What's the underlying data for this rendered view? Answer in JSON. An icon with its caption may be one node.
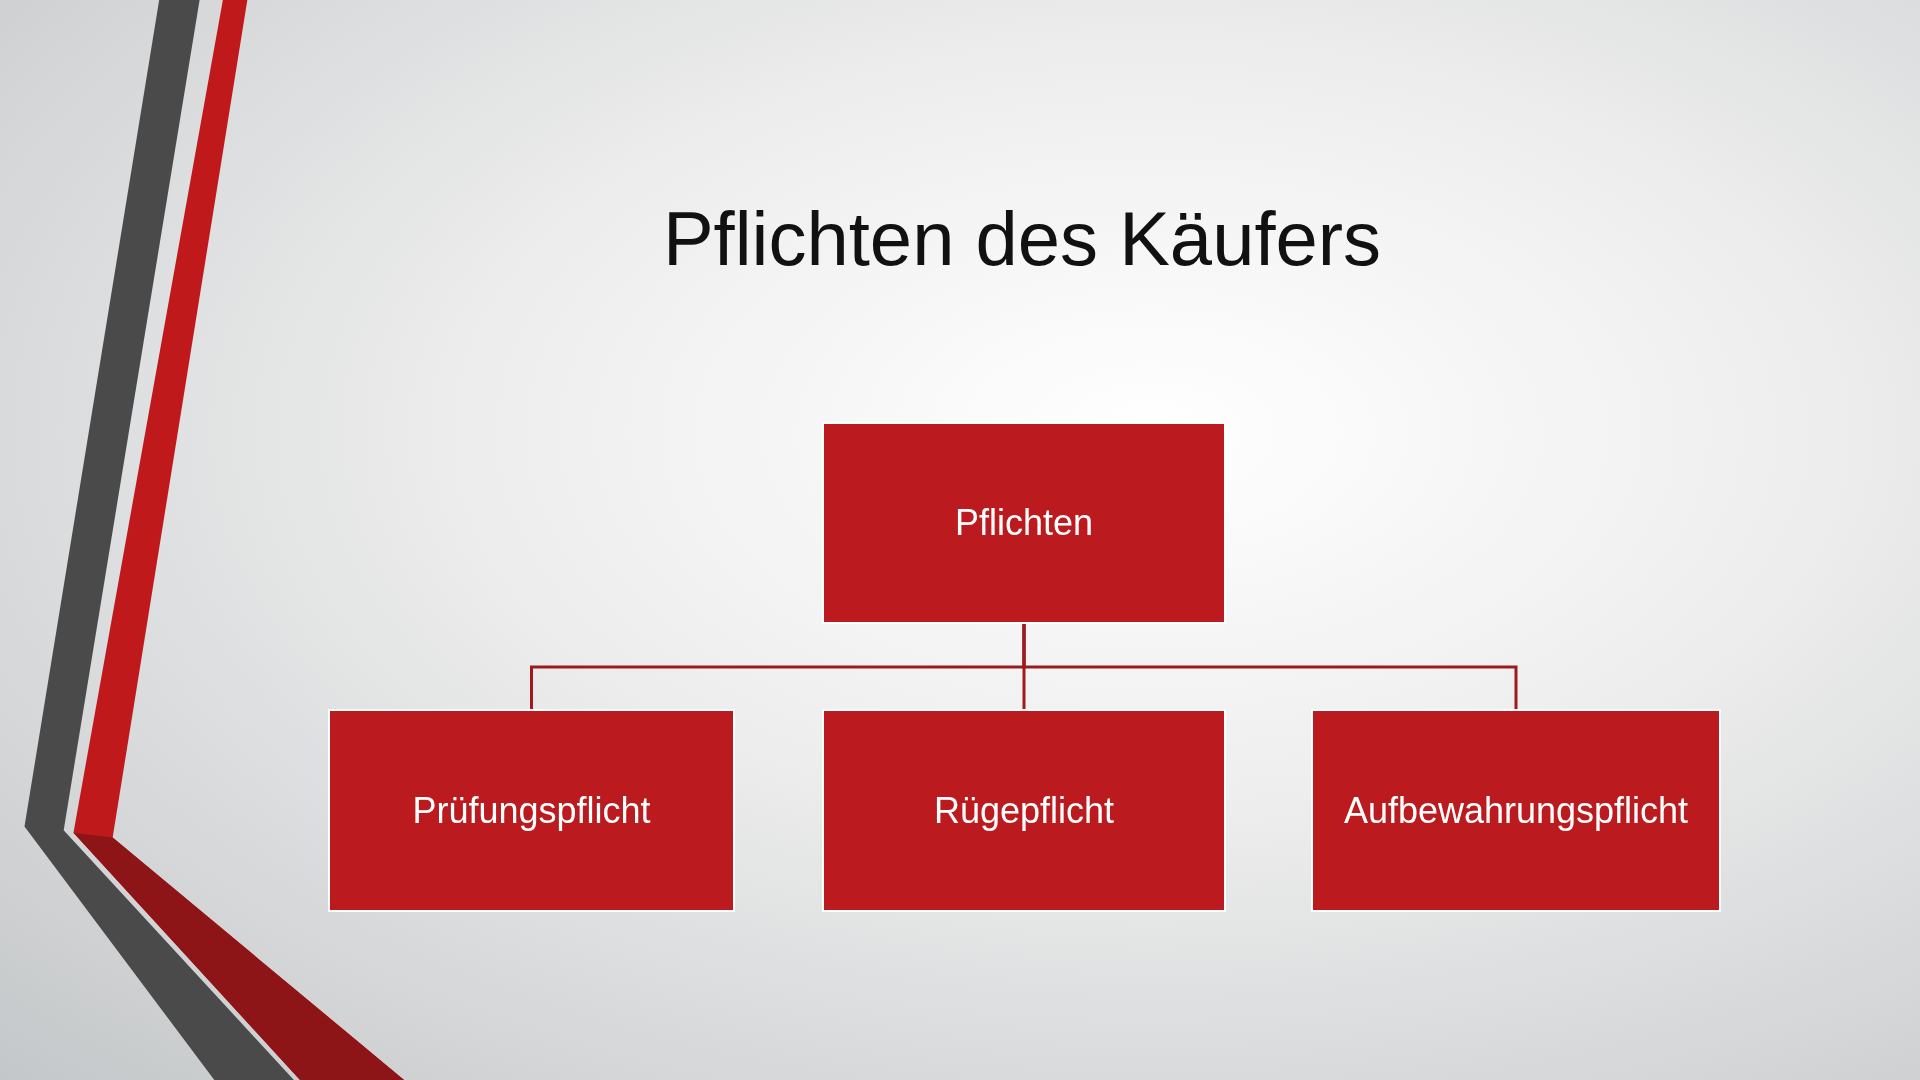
{
  "diagram": {
    "title": "Pflichten des Käufers",
    "nodes": [
      {
        "text": [
          "Pflichten"
        ]
      },
      {
        "text": [
          "Prüfungspflicht"
        ]
      },
      {
        "text": [
          "Rügepflicht"
        ]
      },
      {
        "text": [
          "Aufbewahrungspflicht"
        ]
      }
    ],
    "edges": [
      {
        "from": 0,
        "to": 1,
        "arrow": "none"
      },
      {
        "from": 0,
        "to": 2,
        "arrow": "none"
      },
      {
        "from": 0,
        "to": 3,
        "arrow": "none"
      }
    ]
  }
}
